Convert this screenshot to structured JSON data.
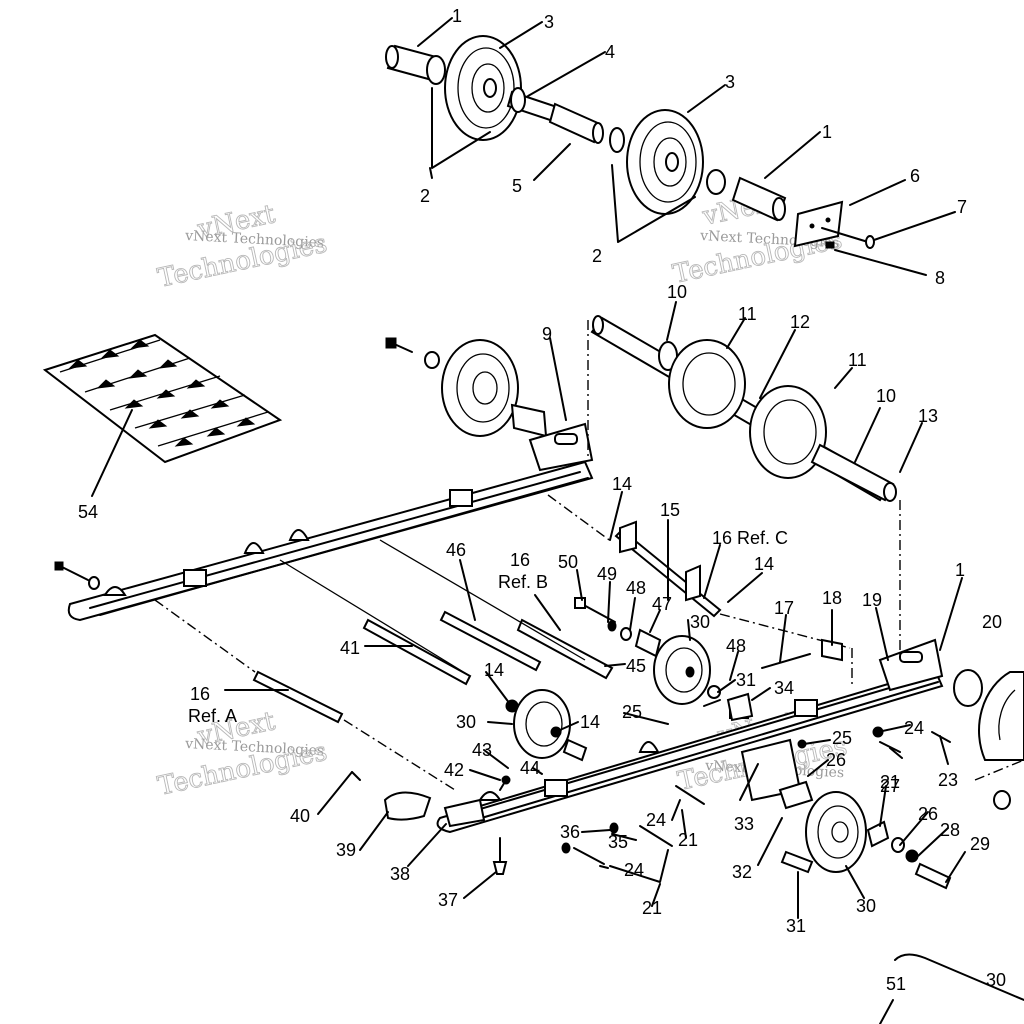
{
  "diagram": {
    "watermark": {
      "brand": "vNext",
      "line": "vNext Technologies",
      "word": "Technologies"
    },
    "callouts": [
      {
        "id": "c-1a",
        "text": "1"
      },
      {
        "id": "c-3a",
        "text": "3"
      },
      {
        "id": "c-4",
        "text": "4"
      },
      {
        "id": "c-3b",
        "text": "3"
      },
      {
        "id": "c-1b",
        "text": "1"
      },
      {
        "id": "c-2a",
        "text": "2"
      },
      {
        "id": "c-5",
        "text": "5"
      },
      {
        "id": "c-6",
        "text": "6"
      },
      {
        "id": "c-7",
        "text": "7"
      },
      {
        "id": "c-2b",
        "text": "2"
      },
      {
        "id": "c-8",
        "text": "8"
      },
      {
        "id": "c-10a",
        "text": "10"
      },
      {
        "id": "c-11a",
        "text": "11"
      },
      {
        "id": "c-12",
        "text": "12"
      },
      {
        "id": "c-9",
        "text": "9"
      },
      {
        "id": "c-11b",
        "text": "11"
      },
      {
        "id": "c-10b",
        "text": "10"
      },
      {
        "id": "c-13",
        "text": "13"
      },
      {
        "id": "c-54",
        "text": "54"
      },
      {
        "id": "c-14a",
        "text": "14"
      },
      {
        "id": "c-15",
        "text": "15"
      },
      {
        "id": "c-16c",
        "text": "16 Ref. C"
      },
      {
        "id": "c-14b",
        "text": "14"
      },
      {
        "id": "c-46",
        "text": "46"
      },
      {
        "id": "c-16b",
        "text": "16"
      },
      {
        "id": "c-refb",
        "text": "Ref. B"
      },
      {
        "id": "c-50",
        "text": "50"
      },
      {
        "id": "c-49",
        "text": "49"
      },
      {
        "id": "c-48a",
        "text": "48"
      },
      {
        "id": "c-47",
        "text": "47"
      },
      {
        "id": "c-1c",
        "text": "1"
      },
      {
        "id": "c-20",
        "text": "20"
      },
      {
        "id": "c-18",
        "text": "18"
      },
      {
        "id": "c-19",
        "text": "19"
      },
      {
        "id": "c-17",
        "text": "17"
      },
      {
        "id": "c-30a",
        "text": "30"
      },
      {
        "id": "c-48b",
        "text": "48"
      },
      {
        "id": "c-41",
        "text": "41"
      },
      {
        "id": "c-45",
        "text": "45"
      },
      {
        "id": "c-31a",
        "text": "31"
      },
      {
        "id": "c-34",
        "text": "34"
      },
      {
        "id": "c-16a",
        "text": "16"
      },
      {
        "id": "c-refa",
        "text": "Ref. A"
      },
      {
        "id": "c-14c",
        "text": "14"
      },
      {
        "id": "c-14d",
        "text": "14"
      },
      {
        "id": "c-30b",
        "text": "30"
      },
      {
        "id": "c-25a",
        "text": "25"
      },
      {
        "id": "c-24a",
        "text": "24"
      },
      {
        "id": "c-25b",
        "text": "25"
      },
      {
        "id": "c-43",
        "text": "43"
      },
      {
        "id": "c-44",
        "text": "44"
      },
      {
        "id": "c-42",
        "text": "42"
      },
      {
        "id": "c-26a",
        "text": "26"
      },
      {
        "id": "c-21a",
        "text": "21"
      },
      {
        "id": "c-23",
        "text": "23"
      },
      {
        "id": "c-40",
        "text": "40"
      },
      {
        "id": "c-27",
        "text": "27"
      },
      {
        "id": "c-24b",
        "text": "24"
      },
      {
        "id": "c-26b",
        "text": "26"
      },
      {
        "id": "c-21b",
        "text": "21"
      },
      {
        "id": "c-28",
        "text": "28"
      },
      {
        "id": "c-33",
        "text": "33"
      },
      {
        "id": "c-29",
        "text": "29"
      },
      {
        "id": "c-39",
        "text": "39"
      },
      {
        "id": "c-36",
        "text": "36"
      },
      {
        "id": "c-35",
        "text": "35"
      },
      {
        "id": "c-38",
        "text": "38"
      },
      {
        "id": "c-24c",
        "text": "24"
      },
      {
        "id": "c-32",
        "text": "32"
      },
      {
        "id": "c-30c",
        "text": "30"
      },
      {
        "id": "c-37",
        "text": "37"
      },
      {
        "id": "c-21c",
        "text": "21"
      },
      {
        "id": "c-31b",
        "text": "31"
      },
      {
        "id": "c-51",
        "text": "51"
      },
      {
        "id": "c-30d",
        "text": "30"
      }
    ]
  }
}
